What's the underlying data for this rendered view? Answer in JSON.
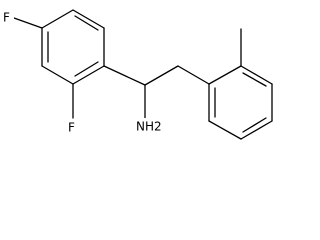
{
  "structure": {
    "atoms": {
      "fluorine_para": "F",
      "fluorine_ortho": "F",
      "amine": "NH2"
    }
  }
}
